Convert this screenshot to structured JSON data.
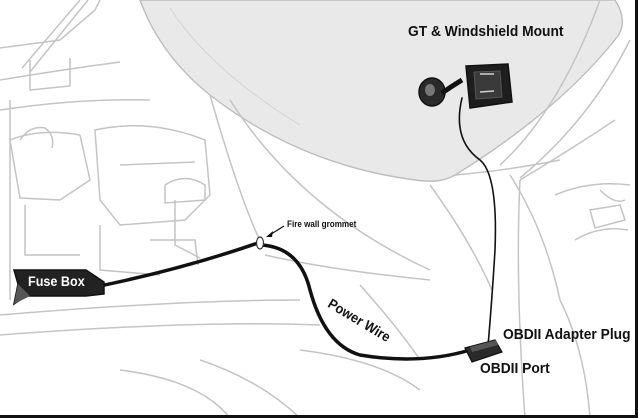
{
  "labels": {
    "mount": "GT & Windshield Mount",
    "grommet": "Fire wall grommet",
    "fuse_box": "Fuse Box",
    "power_wire": "Power Wire",
    "adapter_plug": "OBDII Adapter Plug",
    "port": "OBDII Port"
  },
  "colors": {
    "line_art": "#c4c4c4",
    "hood_fill": "#e9e9e9",
    "wire": "#111111",
    "fuse_box_fill": "#222222"
  }
}
